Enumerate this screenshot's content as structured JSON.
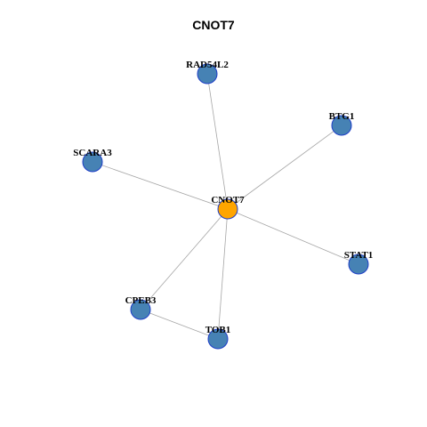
{
  "title": "CNOT7",
  "colors": {
    "center_node": "#FFA500",
    "neighbor_node": "#4682B4",
    "node_border": "#1f3fc8",
    "edge": "#a6a6a6"
  },
  "nodes": [
    {
      "id": "CNOT7",
      "label": "CNOT7",
      "role": "center"
    },
    {
      "id": "RAD54L2",
      "label": "RAD54L2",
      "role": "neighbor"
    },
    {
      "id": "BTG1",
      "label": "BTG1",
      "role": "neighbor"
    },
    {
      "id": "SCARA3",
      "label": "SCARA3",
      "role": "neighbor"
    },
    {
      "id": "STAT1",
      "label": "STAT1",
      "role": "neighbor"
    },
    {
      "id": "CPEB3",
      "label": "CPEB3",
      "role": "neighbor"
    },
    {
      "id": "TOB1",
      "label": "TOB1",
      "role": "neighbor"
    }
  ],
  "edges": [
    {
      "source": "CNOT7",
      "target": "RAD54L2"
    },
    {
      "source": "CNOT7",
      "target": "BTG1"
    },
    {
      "source": "CNOT7",
      "target": "SCARA3"
    },
    {
      "source": "CNOT7",
      "target": "STAT1"
    },
    {
      "source": "CNOT7",
      "target": "CPEB3"
    },
    {
      "source": "CNOT7",
      "target": "TOB1"
    },
    {
      "source": "CPEB3",
      "target": "TOB1"
    }
  ]
}
